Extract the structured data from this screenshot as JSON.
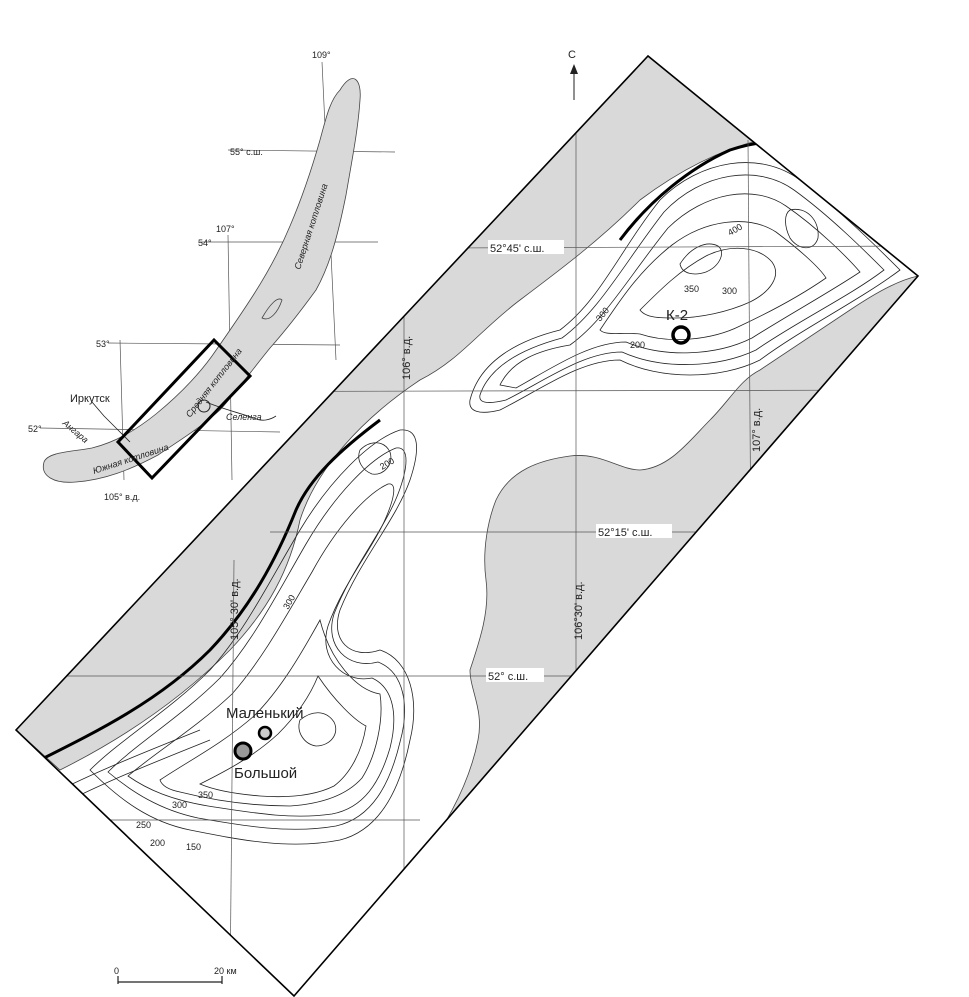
{
  "north_label": "С",
  "inset": {
    "labels": {
      "lon_109": "109°",
      "lat_55": "55° с.ш.",
      "lon_107": "107°",
      "lat_54": "54°",
      "lat_53": "53°",
      "lat_52": "52°",
      "lon_105": "105° в.д.",
      "city": "Иркутск",
      "river_angara": "Ангара",
      "river_selenga": "Селенга",
      "basin_north": "Северная котловина",
      "basin_middle": "Средняя котловина",
      "basin_south": "Южная котловина"
    }
  },
  "main_map": {
    "coordinates": {
      "lat_52_45": "52°45' с.ш.",
      "lat_52_15": "52°15' с.ш.",
      "lat_52": "52° с.ш.",
      "lon_106": "106° в.д.",
      "lon_105_30": "105° 30' в.д.",
      "lon_106_30": "106°30' в.д.",
      "lon_107": "107° в.д."
    },
    "stations": {
      "k2": "К-2",
      "malenky": "Маленький",
      "bolshoy": "Большой"
    },
    "depth_labels": {
      "d400": "400",
      "d350": "350",
      "d300_n": "300",
      "d300_n2": "300",
      "d200_n": "200",
      "d200_m": "200",
      "d300_m": "300",
      "d350_s": "350",
      "d300_s": "300",
      "d250_s": "250",
      "d200_s": "200",
      "d150_s": "150"
    }
  },
  "scale_bar": {
    "start": "0",
    "end": "20 км"
  }
}
